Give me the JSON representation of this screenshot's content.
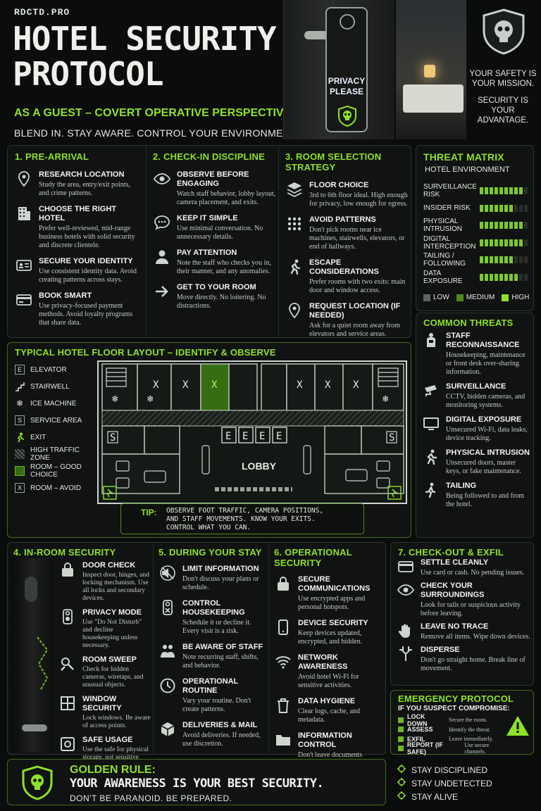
{
  "header": {
    "brand": "RDCTD.PRO",
    "title_line1": "HOTEL SECURITY",
    "title_line2": "PROTOCOL",
    "subtitle": "AS A GUEST – COVERT OPERATIVE PERSPECTIVE",
    "tagline": "BLEND IN. STAY AWARE. CONTROL YOUR ENVIRONMENT.",
    "hanger_line1": "PRIVACY",
    "hanger_line2": "PLEASE",
    "safety_line1": "YOUR SAFETY IS",
    "safety_line2": "YOUR MISSION.",
    "safety_line3": "SECURITY IS",
    "safety_line4": "YOUR ADVANTAGE."
  },
  "pre_arrival": {
    "title": "1. PRE-ARRIVAL",
    "items": [
      {
        "icon": "location-pin-icon",
        "title": "RESEARCH LOCATION",
        "desc": "Study the area, entry/exit points, and crime patterns."
      },
      {
        "icon": "building-icon",
        "title": "CHOOSE THE RIGHT HOTEL",
        "desc": "Prefer well-reviewed, mid-range business hotels with solid security and discrete clientele."
      },
      {
        "icon": "id-card-icon",
        "title": "SECURE YOUR IDENTITY",
        "desc": "Use consistent identity data. Avoid creating patterns across stays."
      },
      {
        "icon": "credit-card-icon",
        "title": "BOOK SMART",
        "desc": "Use privacy-focused payment methods. Avoid loyalty programs that share data."
      }
    ]
  },
  "check_in": {
    "title": "2. CHECK-IN DISCIPLINE",
    "items": [
      {
        "icon": "eye-icon",
        "title": "OBSERVE BEFORE ENGAGING",
        "desc": "Watch staff behavior, lobby layout, camera placement, and exits."
      },
      {
        "icon": "chat-icon",
        "title": "KEEP IT SIMPLE",
        "desc": "Use minimal conversation. No unnecessary details."
      },
      {
        "icon": "person-icon",
        "title": "PAY ATTENTION",
        "desc": "Note the staff who checks you in, their manner, and any anomalies."
      },
      {
        "icon": "arrow-right-icon",
        "title": "GET TO YOUR ROOM",
        "desc": "Move directly. No loitering. No distractions."
      }
    ]
  },
  "room_selection": {
    "title": "3. ROOM SELECTION STRATEGY",
    "items": [
      {
        "icon": "layers-icon",
        "title": "FLOOR CHOICE",
        "desc": "3rd to 6th floor ideal. High enough for privacy, low enough for egress."
      },
      {
        "icon": "dots-grid-icon",
        "title": "AVOID PATTERNS",
        "desc": "Don't pick rooms near ice machines, stairwells, elevators, or end of hallways."
      },
      {
        "icon": "running-person-icon",
        "title": "ESCAPE CONSIDERATIONS",
        "desc": "Prefer rooms with two exits: main door and window access."
      },
      {
        "icon": "location-pin-icon",
        "title": "REQUEST LOCATION (IF NEEDED)",
        "desc": "Ask for a quiet room away from elevators and service areas."
      }
    ]
  },
  "threat_matrix": {
    "title": "THREAT MATRIX",
    "subtitle": "HOTEL ENVIRONMENT",
    "rows": [
      {
        "label": "SURVEILLANCE RISK",
        "level": 9,
        "max": 10
      },
      {
        "label": "INSIDER RISK",
        "level": 7,
        "max": 10
      },
      {
        "label": "PHYSICAL INTRUSION",
        "level": 9,
        "max": 10
      },
      {
        "label": "DIGITAL INTERCEPTION",
        "level": 9,
        "max": 10
      },
      {
        "label": "TAILING / FOLLOWING",
        "level": 7,
        "max": 10
      },
      {
        "label": "DATA EXPOSURE",
        "level": 8,
        "max": 10
      }
    ],
    "legend": [
      "LOW",
      "MEDIUM",
      "HIGH"
    ],
    "legend_colors": [
      "#5d635d",
      "#4f8a1e",
      "#8ee02a"
    ]
  },
  "common_threats": {
    "title": "COMMON THREATS",
    "items": [
      {
        "icon": "housekeeper-icon",
        "title": "STAFF RECONNAISSANCE",
        "desc": "Housekeeping, maintenance or front desk over-sharing information."
      },
      {
        "icon": "cctv-camera-icon",
        "title": "SURVEILLANCE",
        "desc": "CCTV, hidden cameras, and monitoring systems."
      },
      {
        "icon": "monitor-icon",
        "title": "DIGITAL EXPOSURE",
        "desc": "Unsecured Wi-Fi, data leaks, device tracking."
      },
      {
        "icon": "intruder-icon",
        "title": "PHYSICAL INTRUSION",
        "desc": "Unsecured doors, master keys, or fake maintenance."
      },
      {
        "icon": "walking-person-icon",
        "title": "TAILING",
        "desc": "Being followed to and from the hotel."
      }
    ]
  },
  "floor": {
    "title": "TYPICAL HOTEL FLOOR LAYOUT – IDENTIFY & OBSERVE",
    "legend": [
      {
        "symbol": "E",
        "label": "ELEVATOR"
      },
      {
        "symbol": "stairs",
        "label": "STAIRWELL"
      },
      {
        "symbol": "snow",
        "label": "ICE MACHINE"
      },
      {
        "symbol": "S",
        "label": "SERVICE AREA"
      },
      {
        "symbol": "exit",
        "label": "EXIT"
      },
      {
        "symbol": "hatch",
        "label": "HIGH TRAFFIC ZONE"
      },
      {
        "symbol": "good",
        "label": "ROOM – GOOD CHOICE"
      },
      {
        "symbol": "X",
        "label": "ROOM – AVOID"
      }
    ],
    "lobby_label": "LOBBY",
    "elevator_label": "E",
    "service_label": "S",
    "avoid_mark": "X",
    "tip_label": "TIP:",
    "tip_line1": "OBSERVE FOOT TRAFFIC, CAMERA POSITIONS,",
    "tip_line2": "AND STAFF MOVEMENTS.   KNOW YOUR EXITS.",
    "tip_line3": "CONTROL WHAT YOU CAN."
  },
  "in_room": {
    "title": "4. IN-ROOM SECURITY",
    "items": [
      {
        "icon": "padlock-icon",
        "title": "DOOR CHECK",
        "desc": "Inspect door, hinges, and locking mechanism. Use all locks and secondary devices."
      },
      {
        "icon": "do-not-disturb-icon",
        "title": "PRIVACY MODE",
        "desc": "Use \"Do Not Disturb\" and decline housekeeping unless necessary."
      },
      {
        "icon": "sweep-icon",
        "title": "ROOM SWEEP",
        "desc": "Check for hidden cameras, wiretaps, and unusual objects."
      },
      {
        "icon": "window-icon",
        "title": "WINDOW SECURITY",
        "desc": "Lock windows. Be aware of access points."
      },
      {
        "icon": "safe-icon",
        "title": "SAFE USAGE",
        "desc": "Use the safe for physical storage, not sensitive data."
      }
    ]
  },
  "during_stay": {
    "title": "5. DURING YOUR STAY",
    "items": [
      {
        "icon": "mute-icon",
        "title": "LIMIT INFORMATION",
        "desc": "Don't discuss your plans or schedule."
      },
      {
        "icon": "door-tag-icon",
        "title": "CONTROL HOUSEKEEPING",
        "desc": "Schedule it or decline it. Every visit is a risk."
      },
      {
        "icon": "staff-icon",
        "title": "BE AWARE OF STAFF",
        "desc": "Note recurring staff, shifts, and behavior."
      },
      {
        "icon": "clock-icon",
        "title": "OPERATIONAL ROUTINE",
        "desc": "Vary your routine. Don't create patterns."
      },
      {
        "icon": "package-icon",
        "title": "DELIVERIES & MAIL",
        "desc": "Avoid deliveries. If needed, use discretion."
      }
    ]
  },
  "operational": {
    "title": "6. OPERATIONAL SECURITY",
    "items": [
      {
        "icon": "lock-icon",
        "title": "SECURE COMMUNICATIONS",
        "desc": "Use encrypted apps and personal hotspots."
      },
      {
        "icon": "phone-icon",
        "title": "DEVICE SECURITY",
        "desc": "Keep devices updated, encrypted, and hidden."
      },
      {
        "icon": "wifi-icon",
        "title": "NETWORK AWARENESS",
        "desc": "Avoid hotel Wi-Fi for sensitive activities."
      },
      {
        "icon": "trash-icon",
        "title": "DATA HYGIENE",
        "desc": "Clear logs, cache, and metadata."
      },
      {
        "icon": "folder-icon",
        "title": "INFORMATION CONTROL",
        "desc": "Don't leave documents behind."
      }
    ]
  },
  "checkout": {
    "title": "7. CHECK-OUT & EXFIL",
    "items": [
      {
        "icon": "card-icon",
        "title": "SETTLE CLEANLY",
        "desc": "Use card or cash. No pending issues."
      },
      {
        "icon": "eye-icon",
        "title": "CHECK YOUR SURROUNDINGS",
        "desc": "Look for tails or suspicious activity before leaving."
      },
      {
        "icon": "hand-icon",
        "title": "LEAVE NO TRACE",
        "desc": "Remove all items. Wipe down devices."
      },
      {
        "icon": "split-arrows-icon",
        "title": "DISPERSE",
        "desc": "Don't go straight home. Break line of movement."
      }
    ]
  },
  "emergency": {
    "title": "EMERGENCY PROTOCOL",
    "subtitle": "IF YOU SUSPECT COMPROMISE:",
    "steps": [
      {
        "label": "LOCK DOWN",
        "desc": "Secure the room."
      },
      {
        "label": "ASSESS",
        "desc": "Identify the threat."
      },
      {
        "label": "EXFIL",
        "desc": "Leave immediately."
      },
      {
        "label": "REPORT (IF SAFE)",
        "desc": "Use secure channels."
      }
    ]
  },
  "golden": {
    "title": "GOLDEN RULE:",
    "line1": "YOUR AWARENESS IS YOUR BEST SECURITY.",
    "line2": "DON'T BE PARANOID. BE PREPARED.",
    "mottos": [
      "STAY DISCIPLINED",
      "STAY UNDETECTED",
      "STAY ALIVE"
    ]
  },
  "colors": {
    "accent": "#8ee02a",
    "background": "#0b0d0c",
    "panel": "#101311"
  }
}
